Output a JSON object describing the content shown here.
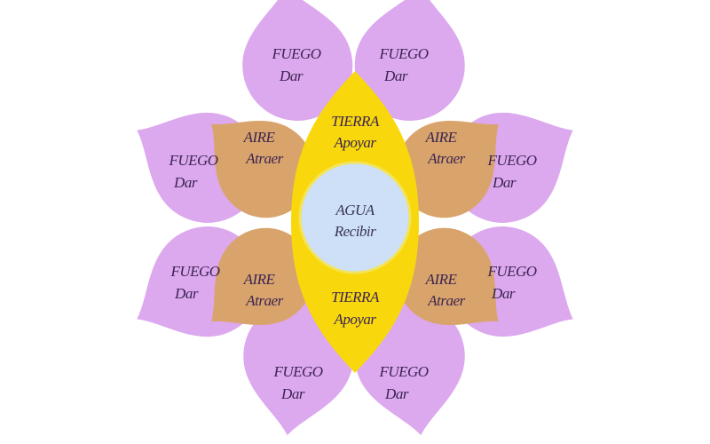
{
  "diagram": {
    "colors": {
      "fuego": "#dca8ee",
      "aire": "#d9a46c",
      "tierra": "#f8d80c",
      "agua": "#cde0f8",
      "text": "#3b2452"
    },
    "fuego": {
      "element": "FUEGO",
      "verb": "Dar"
    },
    "aire": {
      "element": "AIRE",
      "verb": "Atraer"
    },
    "tierra": {
      "element": "TIERRA",
      "verb": "Apoyar"
    },
    "agua": {
      "element": "AGUA",
      "verb": "Recibir"
    }
  }
}
